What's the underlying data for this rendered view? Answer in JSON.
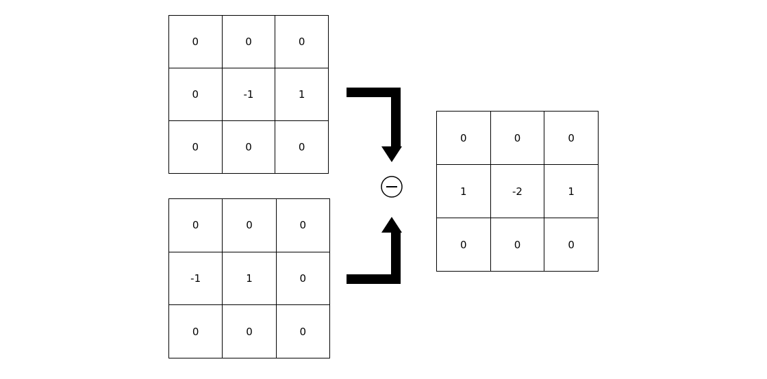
{
  "matrices": {
    "top": [
      [
        "0",
        "0",
        "0"
      ],
      [
        "0",
        "-1",
        "1"
      ],
      [
        "0",
        "0",
        "0"
      ]
    ],
    "bottom": [
      [
        "0",
        "0",
        "0"
      ],
      [
        "-1",
        "1",
        "0"
      ],
      [
        "0",
        "0",
        "0"
      ]
    ],
    "result": [
      [
        "0",
        "0",
        "0"
      ],
      [
        "1",
        "-2",
        "1"
      ],
      [
        "0",
        "0",
        "0"
      ]
    ]
  },
  "operator": "subtract",
  "icons": {
    "operator": "minus-circle-icon",
    "top_arrow": "arrow-down-icon",
    "bottom_arrow": "arrow-up-icon"
  },
  "colors": {
    "stroke": "#000000",
    "background": "#ffffff"
  }
}
